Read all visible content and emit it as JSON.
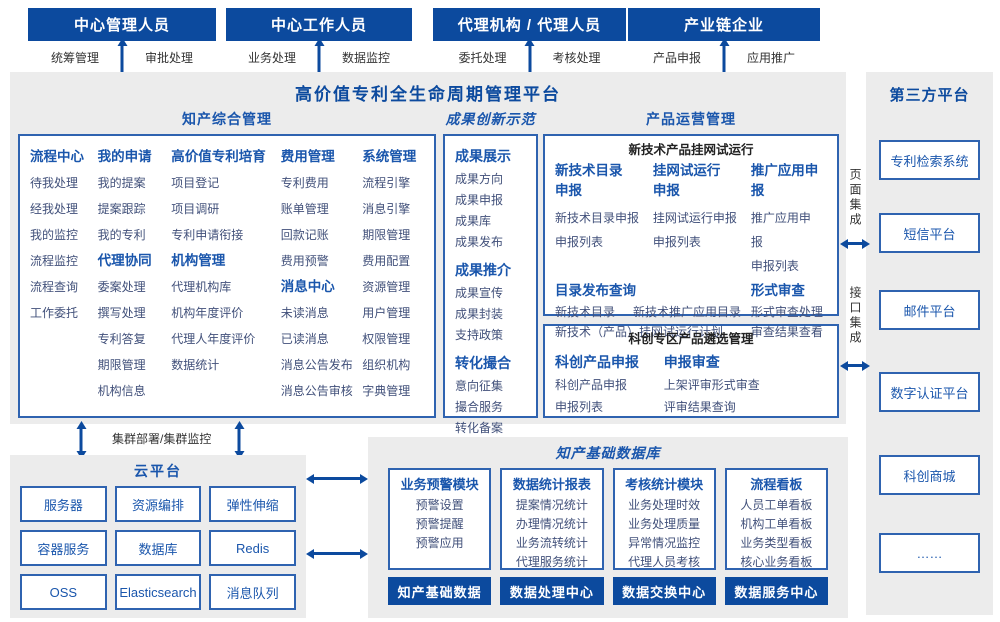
{
  "colors": {
    "primary_blue": "#0c4a9e",
    "heading_blue": "#1a56ac",
    "item_text": "#41507a",
    "panel_gray": "#ececec",
    "box_border": "#2f63b0"
  },
  "actors": [
    {
      "title": "中心管理人员",
      "labels": [
        "统筹管理",
        "审批处理"
      ]
    },
    {
      "title": "中心工作人员",
      "labels": [
        "业务处理",
        "数据监控"
      ]
    },
    {
      "title": "代理机构 / 代理人员",
      "labels": [
        "委托处理",
        "考核处理"
      ]
    },
    {
      "title": "产业链企业",
      "labels": [
        "产品申报",
        "应用推广"
      ]
    }
  ],
  "platform": {
    "title": "高价值专利全生命周期管理平台"
  },
  "ip_mgmt": {
    "title": "知产综合管理",
    "columns": [
      {
        "groups": [
          {
            "heading": "流程中心",
            "items": [
              "待我处理",
              "经我处理",
              "我的监控",
              "流程监控",
              "流程查询",
              "工作委托"
            ]
          }
        ]
      },
      {
        "groups": [
          {
            "heading": "我的申请",
            "items": [
              "我的提案",
              "提案跟踪",
              "我的专利"
            ]
          },
          {
            "heading": "代理协同",
            "items": [
              "委案处理",
              "撰写处理",
              "专利答复",
              "期限管理",
              "机构信息"
            ]
          }
        ]
      },
      {
        "groups": [
          {
            "heading": "高价值专利培育",
            "items": [
              "项目登记",
              "项目调研",
              "专利申请衔接"
            ]
          },
          {
            "heading": "机构管理",
            "items": [
              "代理机构库",
              "机构年度评价",
              "代理人年度评价",
              "数据统计"
            ]
          }
        ]
      },
      {
        "groups": [
          {
            "heading": "费用管理",
            "items": [
              "专利费用",
              "账单管理",
              "回款记账",
              "费用预警"
            ]
          },
          {
            "heading": "消息中心",
            "items": [
              "未读消息",
              "已读消息",
              "消息公告发布",
              "消息公告审核"
            ]
          }
        ]
      },
      {
        "groups": [
          {
            "heading": "系统管理",
            "items": [
              "流程引擎",
              "消息引擎",
              "期限管理",
              "费用配置",
              "资源管理",
              "用户管理",
              "权限管理",
              "组织机构",
              "字典管理"
            ]
          }
        ]
      }
    ]
  },
  "achievement": {
    "title": "成果创新示范",
    "groups": [
      {
        "heading": "成果展示",
        "items": [
          "成果方向",
          "成果申报",
          "成果库",
          "成果发布"
        ]
      },
      {
        "heading": "成果推介",
        "items": [
          "成果宣传",
          "成果封装",
          "支持政策"
        ]
      },
      {
        "heading": "转化撮合",
        "items": [
          "意向征集",
          "撮合服务",
          "转化备案"
        ]
      }
    ]
  },
  "product_ops": {
    "title": "产品运营管理",
    "boxes": [
      {
        "title": "新技术产品挂网试运行",
        "row1": [
          {
            "heading": "新技术目录\n申报",
            "items": [
              "新技术目录申报",
              "申报列表"
            ]
          },
          {
            "heading": "挂网试运行\n申报",
            "items": [
              "挂网试运行申报",
              "申报列表"
            ]
          },
          {
            "heading": "推广应用申报",
            "items": [
              "推广应用申报",
              "申报列表"
            ]
          }
        ],
        "row2": [
          {
            "heading": "目录发布查询",
            "items": [
              "新技术目录",
              "新技术推广应用目录",
              "新技术（产品）挂网试运行计划"
            ]
          },
          {
            "heading": "形式审查",
            "items": [
              "形式审查处理",
              "审查结果查看"
            ]
          }
        ]
      },
      {
        "title": "科创专区产品遴选管理",
        "groups": [
          {
            "heading": "科创产品申报",
            "items": [
              "科创产品申报",
              "申报列表"
            ]
          },
          {
            "heading": "申报审查",
            "items": [
              "上架评审形式审查",
              "评审结果查询"
            ]
          }
        ]
      }
    ]
  },
  "cloud": {
    "title": "云平台",
    "items": [
      "服务器",
      "资源编排",
      "弹性伸缩",
      "容器服务",
      "数据库",
      "Redis",
      "OSS",
      "Elasticsearch",
      "消息队列"
    ]
  },
  "database": {
    "title": "知产基础数据库",
    "modules": [
      {
        "heading": "业务预警模块",
        "items": [
          "预警设置",
          "预警提醒",
          "预警应用"
        ]
      },
      {
        "heading": "数据统计报表",
        "items": [
          "提案情况统计",
          "办理情况统计",
          "业务流转统计",
          "代理服务统计"
        ]
      },
      {
        "heading": "考核统计模块",
        "items": [
          "业务处理时效",
          "业务处理质量",
          "异常情况监控",
          "代理人员考核"
        ]
      },
      {
        "heading": "流程看板",
        "items": [
          "人员工单看板",
          "机构工单看板",
          "业务类型看板",
          "核心业务看板"
        ]
      }
    ],
    "footer": [
      "知产基础数据",
      "数据处理中心",
      "数据交换中心",
      "数据服务中心"
    ]
  },
  "third_party": {
    "title": "第三方平台",
    "items": [
      "专利检索系统",
      "短信平台",
      "邮件平台",
      "数字认证平台",
      "科创商城",
      "……"
    ]
  },
  "connectors": {
    "cluster": "集群部署/集群监控",
    "page_integration": "页面集成",
    "api_integration": "接口集成"
  }
}
